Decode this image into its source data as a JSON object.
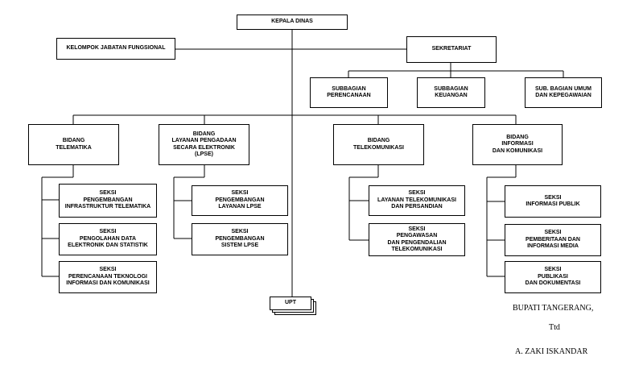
{
  "boxes": {
    "kepala": [
      "KEPALA DINAS"
    ],
    "fungsional": [
      "KELOMPOK JABATAN FUNGSIONAL"
    ],
    "sekretariat": [
      "SEKRETARIAT"
    ],
    "sub_perencanaan": [
      "SUBBAGIAN",
      "PERENCANAAN"
    ],
    "sub_keuangan": [
      "SUBBAGIAN",
      "KEUANGAN"
    ],
    "sub_umum": [
      "SUB. BAGIAN UMUM",
      "DAN KEPEGAWAIAN"
    ],
    "bid_telematika": [
      "BIDANG",
      "TELEMATIKA"
    ],
    "bid_lpse": [
      "BIDANG",
      "LAYANAN PENGADAAN",
      "SECARA ELEKTRONIK",
      "(LPSE)"
    ],
    "bid_telekom": [
      "BIDANG",
      "TELEKOMUNIKASI"
    ],
    "bid_ikp": [
      "BIDANG",
      "INFORMASI",
      "DAN KOMUNIKASI"
    ],
    "s_infra": [
      "SEKSI",
      "PENGEMBANGAN",
      "INFRASTRUKTUR TELEMATIKA"
    ],
    "s_olah": [
      "SEKSI",
      "PENGOLAHAN DATA",
      "ELEKTRONIK DAN STATISTIK"
    ],
    "s_renc": [
      "SEKSI",
      "PERENCANAAN TEKNOLOGI",
      "INFORMASI DAN KOMUNIKASI"
    ],
    "s_layanan_lpse": [
      "SEKSI",
      "PENGEMBANGAN",
      "LAYANAN LPSE"
    ],
    "s_sistem_lpse": [
      "SEKSI",
      "PENGEMBANGAN",
      "SISTEM LPSE"
    ],
    "s_layanan_tel": [
      "SEKSI",
      "LAYANAN TELEKOMUNIKASI",
      "DAN PERSANDIAN"
    ],
    "s_pengawasan": [
      "SEKSI",
      "PENGAWASAN",
      "DAN PENGENDALIAN",
      "TELEKOMUNIKASI"
    ],
    "s_info_publik": [
      "SEKSI",
      "INFORMASI PUBLIK"
    ],
    "s_pemberitaan": [
      "SEKSI",
      "PEMBERITAAN DAN",
      "INFORMASI MEDIA"
    ],
    "s_publikasi": [
      "SEKSI",
      "PUBLIKASI",
      "DAN DOKUMENTASI"
    ],
    "upt": [
      "UPT"
    ]
  },
  "signature": {
    "title": "BUPATI TANGERANG,",
    "ttd": "Ttd",
    "name": "A.  ZAKI  ISKANDAR"
  }
}
